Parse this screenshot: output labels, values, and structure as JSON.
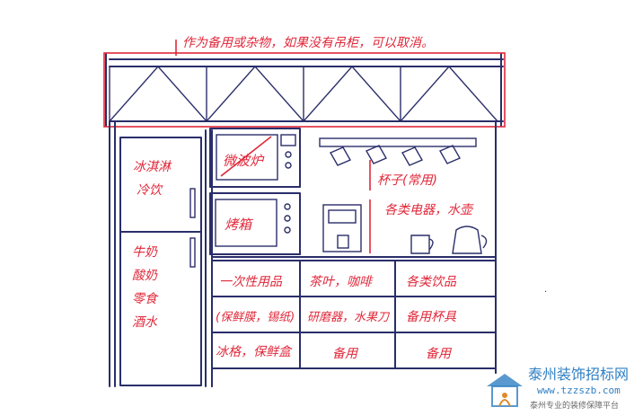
{
  "annotations": {
    "top_note": "作为备用或杂物，如果没有吊柜，可以取消。",
    "fridge_freezer": [
      "冰淇淋",
      "冷饮"
    ],
    "fridge_lower": [
      "牛奶",
      "酸奶",
      "零食",
      "酒水"
    ],
    "microwave": "微波炉",
    "oven": "烤箱",
    "cups": "杯子(常用)",
    "appliances": "各类电器，水壶",
    "drawer_r1c1": "一次性用品",
    "drawer_r1c2": "茶叶，咖啡",
    "drawer_r1c3": "各类饮品",
    "drawer_r2c1": "(保鲜膜，锡纸)",
    "drawer_r2c2": "研磨器，水果刀",
    "drawer_r2c3": "备用杯具",
    "drawer_r3c1": "冰格，保鲜盒",
    "drawer_r3c2": "备用",
    "drawer_r3c3": "备用"
  },
  "watermark": {
    "name": "泰州装饰招标网",
    "url": "www.tzzszb.com",
    "slogan": "泰州专业的装修保障平台"
  },
  "colors": {
    "ink": "#2a2e6a",
    "annotation": "#e0283a",
    "watermark": "#2f7fc3"
  }
}
